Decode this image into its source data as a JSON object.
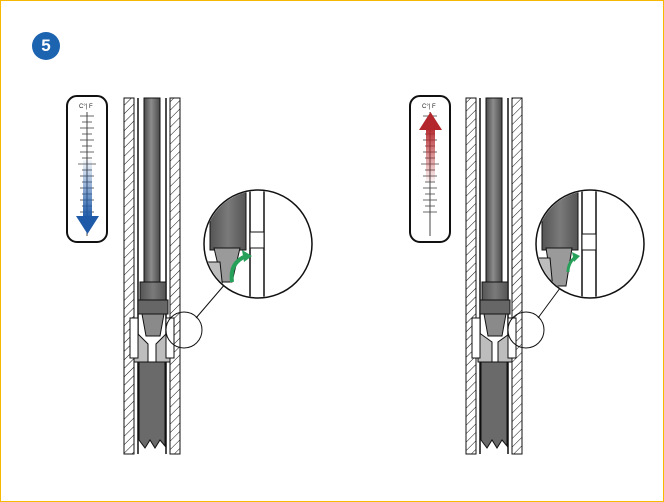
{
  "step": {
    "number": "5"
  },
  "thermometer_scale_label": "C°| F",
  "panels": [
    {
      "name": "cooling",
      "arrow_direction": "down",
      "arrow_color": "#1f5aa8",
      "flap_arrow_color": "#27a05a"
    },
    {
      "name": "heating",
      "arrow_direction": "up",
      "arrow_color": "#b3262b",
      "flap_arrow_color": "#27a05a"
    }
  ],
  "colors": {
    "frame_border": "#f6b800",
    "step_badge": "#1c63b0",
    "rod_dark": "#5f5f5f",
    "rod_mid": "#8a8a8a",
    "outline": "#111111"
  }
}
